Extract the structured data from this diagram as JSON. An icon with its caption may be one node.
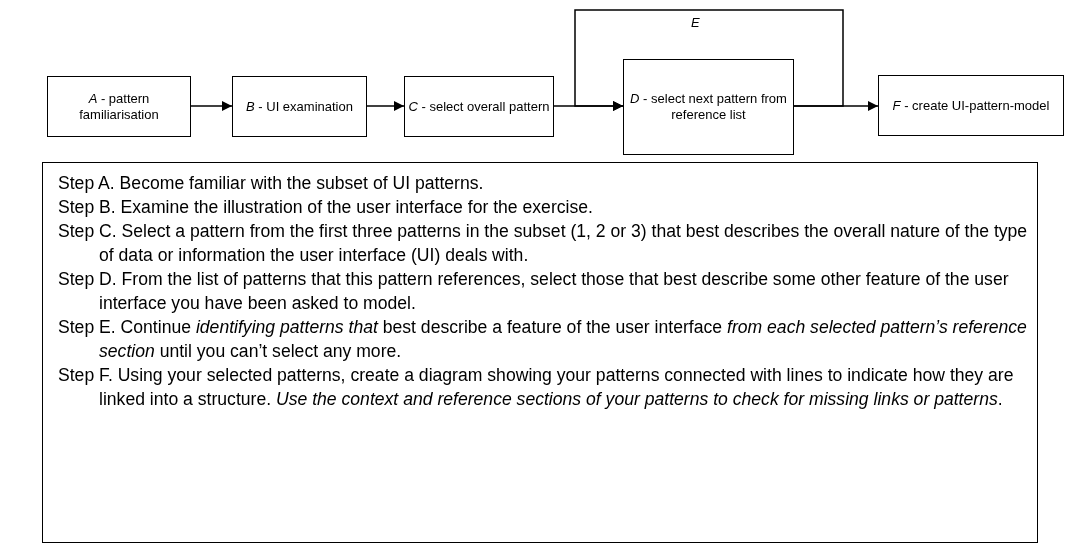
{
  "diagram": {
    "nodes": [
      {
        "text": [
          "*A* - pattern familiarisation"
        ]
      },
      {
        "text": [
          "*B* - UI examination"
        ]
      },
      {
        "text": [
          "*C* - select overall pattern"
        ]
      },
      {
        "text": [
          "*D* - select next pattern from reference list"
        ]
      },
      {
        "text": [
          "*F* - create UI-pattern-model"
        ]
      },
      {
        "text": [
          "Step A. Become familiar with the subset of UI patterns.",
          "Step B. Examine the illustration of the user interface for the exercise.",
          "Step C. Select a pattern from the first three patterns in the subset (1, 2 or 3) that best describes the overall nature of the type of data or information the user interface (UI) deals with.",
          "Step D. From the list of patterns that this pattern references, select those that best describe some other feature of the user interface you have been asked to model.",
          "Step E. Continue *identifying patterns that* best describe a feature of the user interface *from each selected pattern’s reference section* until you can’t select any more.",
          "Step F. Using your selected patterns, create a diagram showing your patterns connected with lines to indicate how they are linked into a structure.  *Use the context and reference sections of your patterns to check for missing links or patterns*."
        ]
      }
    ],
    "edges": [
      {
        "from": 0,
        "to": 1,
        "arrow": "to"
      },
      {
        "from": 1,
        "to": 2,
        "arrow": "to"
      },
      {
        "from": 2,
        "to": 3,
        "arrow": "to"
      },
      {
        "from": 3,
        "to": 4,
        "arrow": "to"
      },
      {
        "from": 3,
        "to": 3,
        "arrow": "to",
        "label": "*E*"
      }
    ]
  }
}
